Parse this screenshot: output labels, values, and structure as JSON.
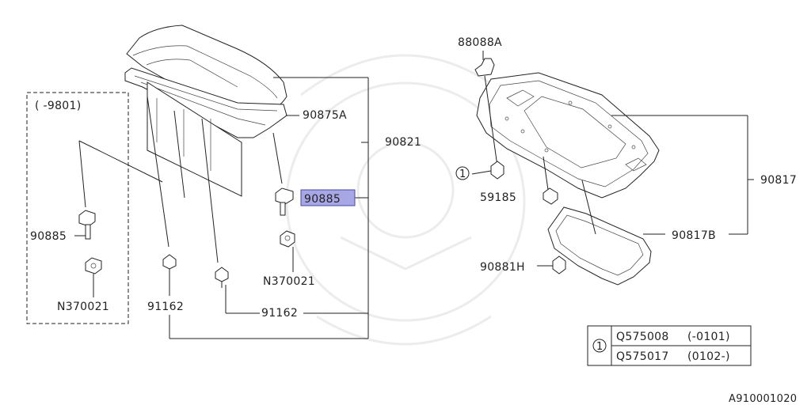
{
  "callouts": {
    "p88088A": "88088A",
    "p90875A": "90875A",
    "p90821": "90821",
    "p90885_hl": "90885",
    "p90885_left": "90885",
    "p59185": "59185",
    "p90817": "90817",
    "p90817B": "90817B",
    "p90881H": "90881H",
    "pN370021_mid": "N370021",
    "pN370021_left": "N370021",
    "p91162_a": "91162",
    "p91162_b": "91162",
    "ref1_mark": "1"
  },
  "variant_box": {
    "label": "(    -9801)"
  },
  "legend": {
    "mark": "1",
    "rows": [
      {
        "part": "Q575008",
        "range": "(-0101)"
      },
      {
        "part": "Q575017",
        "range": "(0102-)"
      }
    ]
  },
  "diagram_id": "A910001020",
  "colors": {
    "highlight": "#a7a7e6",
    "line": "#222222"
  }
}
